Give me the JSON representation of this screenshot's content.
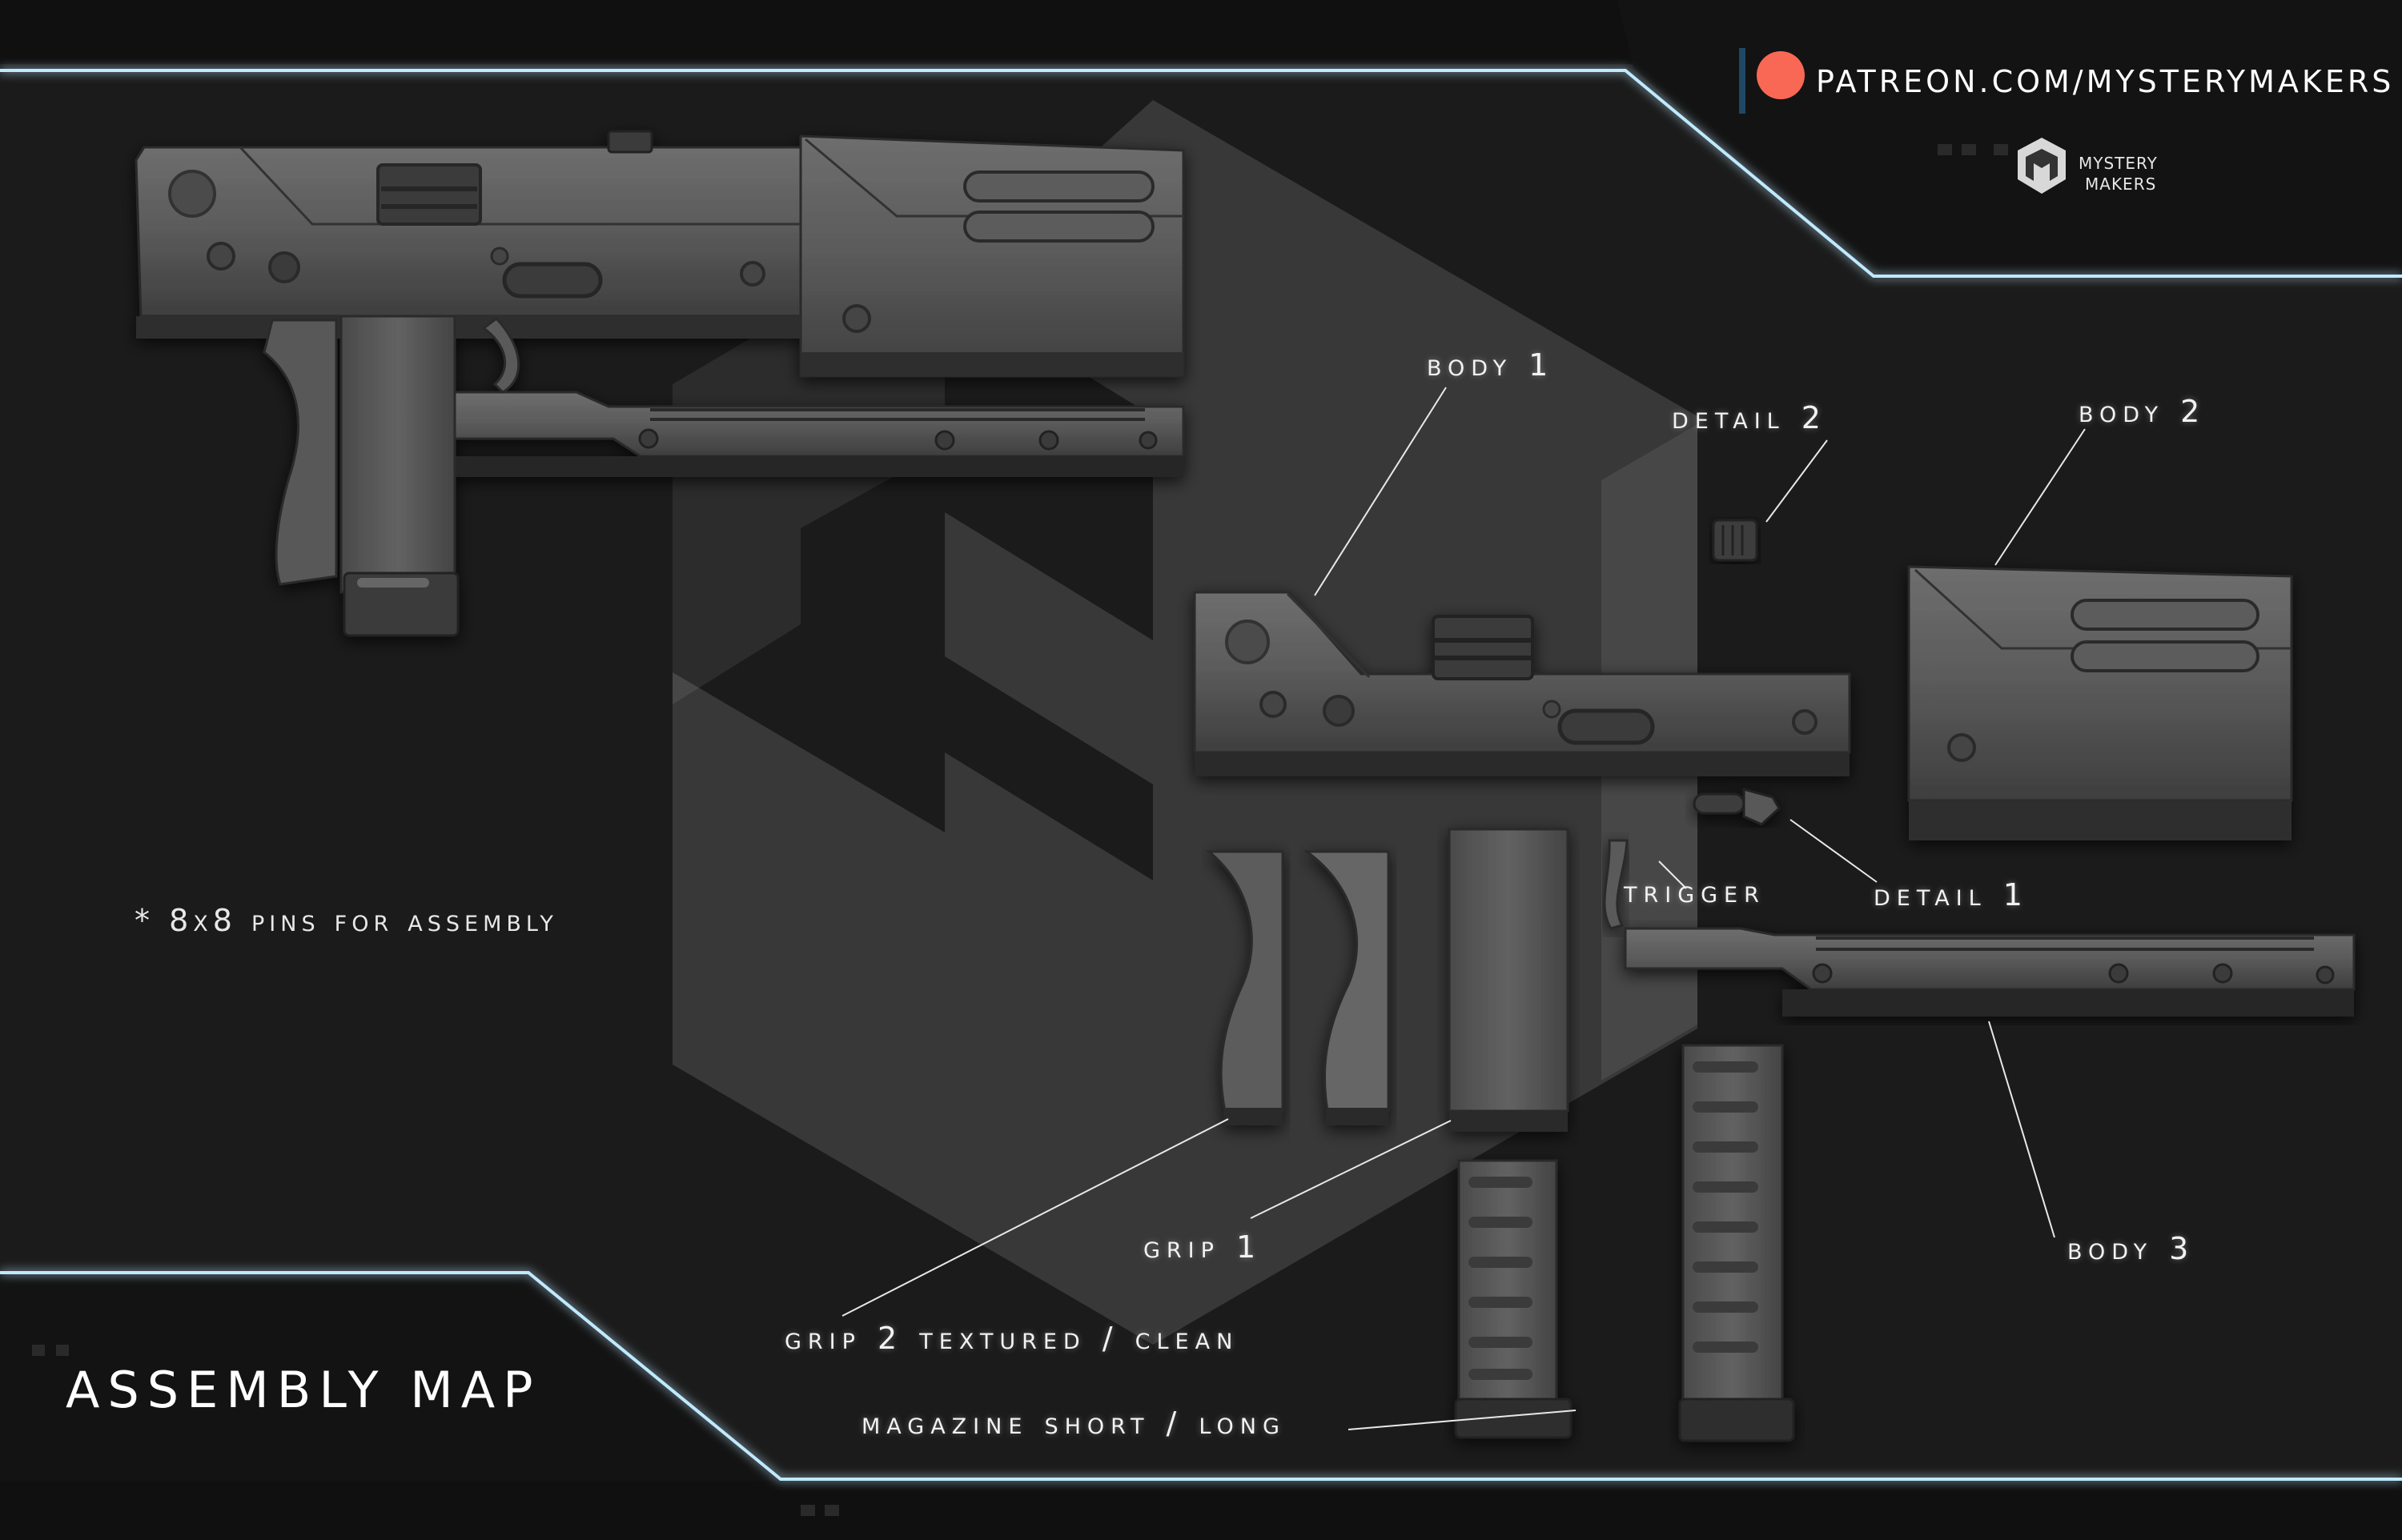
{
  "header": {
    "patreon_url": "PATREON.COM/MYSTERYMAKERS",
    "brand_line1": "MYSTERY",
    "brand_line2": "MAKERS"
  },
  "title": "ASSEMBLY MAP",
  "note": "* 8x8 pins for assembly",
  "labels": {
    "body1": "body 1",
    "detail2": "detail 2",
    "body2": "body 2",
    "trigger": "trigger",
    "detail1": "detail 1",
    "grip1": "grip 1",
    "grip2": "grip 2 textured / clean",
    "magazine": "magazine short / long",
    "body3": "body 3"
  },
  "colors": {
    "background": "#1a1a1a",
    "frame_line": "#bfe9ff",
    "patreon_dot": "#f96854",
    "part_gray": "#5a5a5a"
  },
  "icons": {
    "patreon": "patreon-logo-icon",
    "brand": "mystery-makers-logo-icon"
  }
}
